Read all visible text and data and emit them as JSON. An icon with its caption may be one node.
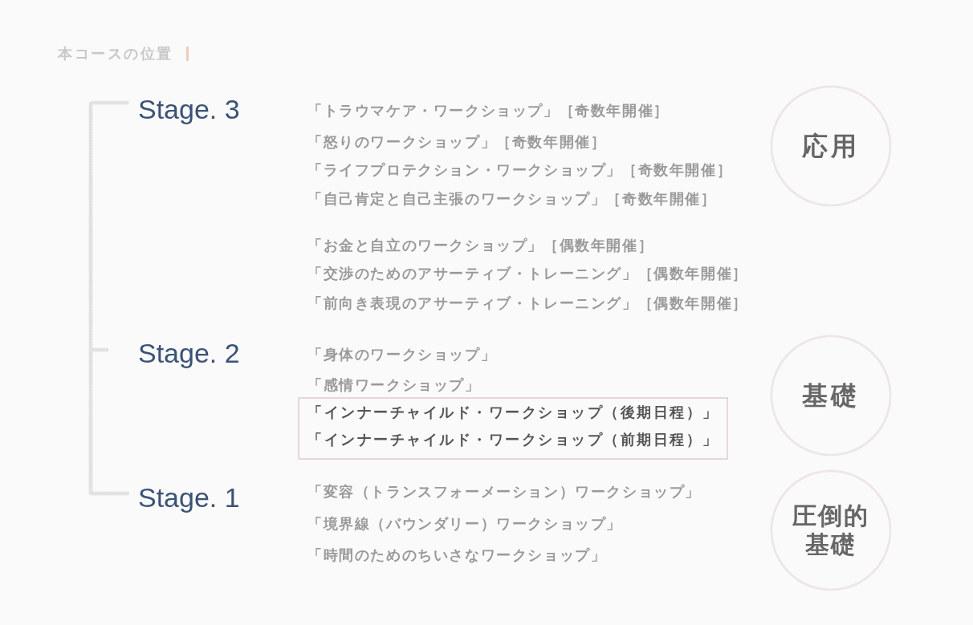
{
  "diagram": {
    "title": "本コースの位置",
    "nodes": [
      {
        "text": [
          "応用"
        ]
      },
      {
        "text": [
          "基礎"
        ]
      },
      {
        "text": [
          "「インナーチャイルド・ワークショップ（後期日程）」",
          "「インナーチャイルド・ワークショップ（前期日程）」"
        ]
      },
      {
        "text": [
          "圧倒的基礎"
        ]
      }
    ],
    "labels": [
      "Stage. 3",
      "「トラウマケア・ワークショップ」［奇数年開催］",
      "「怒りのワークショップ」［奇数年開催］",
      "「ライフプロテクション・ワークショップ」［奇数年開催］",
      "「自己肯定と自己主張のワークショップ」［奇数年開催］",
      "「お金と自立のワークショップ」［偶数年開催］",
      "「交渉のためのアサーティブ・トレーニング」［偶数年開催］",
      "「前向き表現のアサーティブ・トレーニング」［偶数年開催］",
      "Stage. 2",
      "「身体のワークショップ」",
      "「感情ワークショップ」",
      "Stage. 1",
      "「変容（トランスフォーメーション）ワークショップ」",
      "「境界線（バウンダリー）ワークショップ」",
      "「時間のためのちいさなワークショップ」"
    ]
  }
}
